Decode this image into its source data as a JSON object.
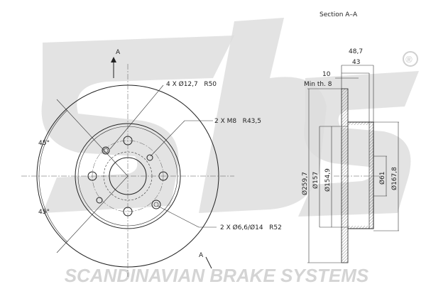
{
  "watermark": {
    "logo": "sbs",
    "registered": "®",
    "tagline": "SCANDINAVIAN BRAKE SYSTEMS"
  },
  "section_title": "Section A–A",
  "section_marker": "A",
  "front_view": {
    "angle_top": "45°",
    "angle_bottom": "45°",
    "callout_bolt_holes": "4 X Ø12,7   R50",
    "callout_threads": "2 X M8   R43,5",
    "callout_holes": "2 X Ø6,6/Ø14   R52"
  },
  "section_view": {
    "width_total": "48,7",
    "width_hat": "43",
    "thickness": "10",
    "min_thickness": "Min th. 8",
    "dia_outer": "Ø259,7",
    "dia_157": "Ø157",
    "dia_154_9": "Ø154,9",
    "dia_center": "Ø61",
    "dia_hat": "Ø167,8"
  }
}
